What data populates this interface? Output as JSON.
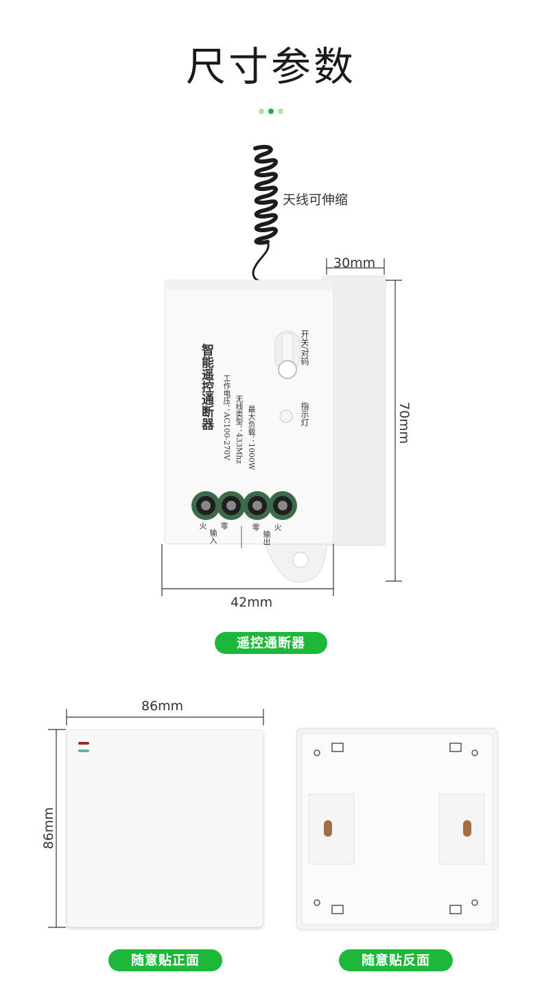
{
  "page": {
    "title": "尺寸参数",
    "antenna_label": "天线可伸缩",
    "dim_depth": "30mm",
    "dim_height": "70mm",
    "dim_width": "42mm",
    "product_pill": "遥控通断器",
    "dim_panel_width": "86mm",
    "dim_panel_height": "86mm",
    "front_pill": "随意贴正面",
    "back_pill": "随意贴反面"
  },
  "device": {
    "name": "智能遥控通断器",
    "spec_voltage": "工作电压：AC100-270V",
    "spec_wireless": "无线类型：433Mhz",
    "spec_load": "最大负载：1000W",
    "switch_label": "开关/对码",
    "indicator_label": "指示灯",
    "input_label": "输入",
    "output_label": "输出",
    "fire_label": "火",
    "zero_label": "零"
  },
  "colors": {
    "accent_green": "#1db83a",
    "dot_light": "#a8e2b4",
    "dot_dark": "#1db83a",
    "led_red": "#9b2b2b",
    "led_teal": "#55b7a4"
  }
}
